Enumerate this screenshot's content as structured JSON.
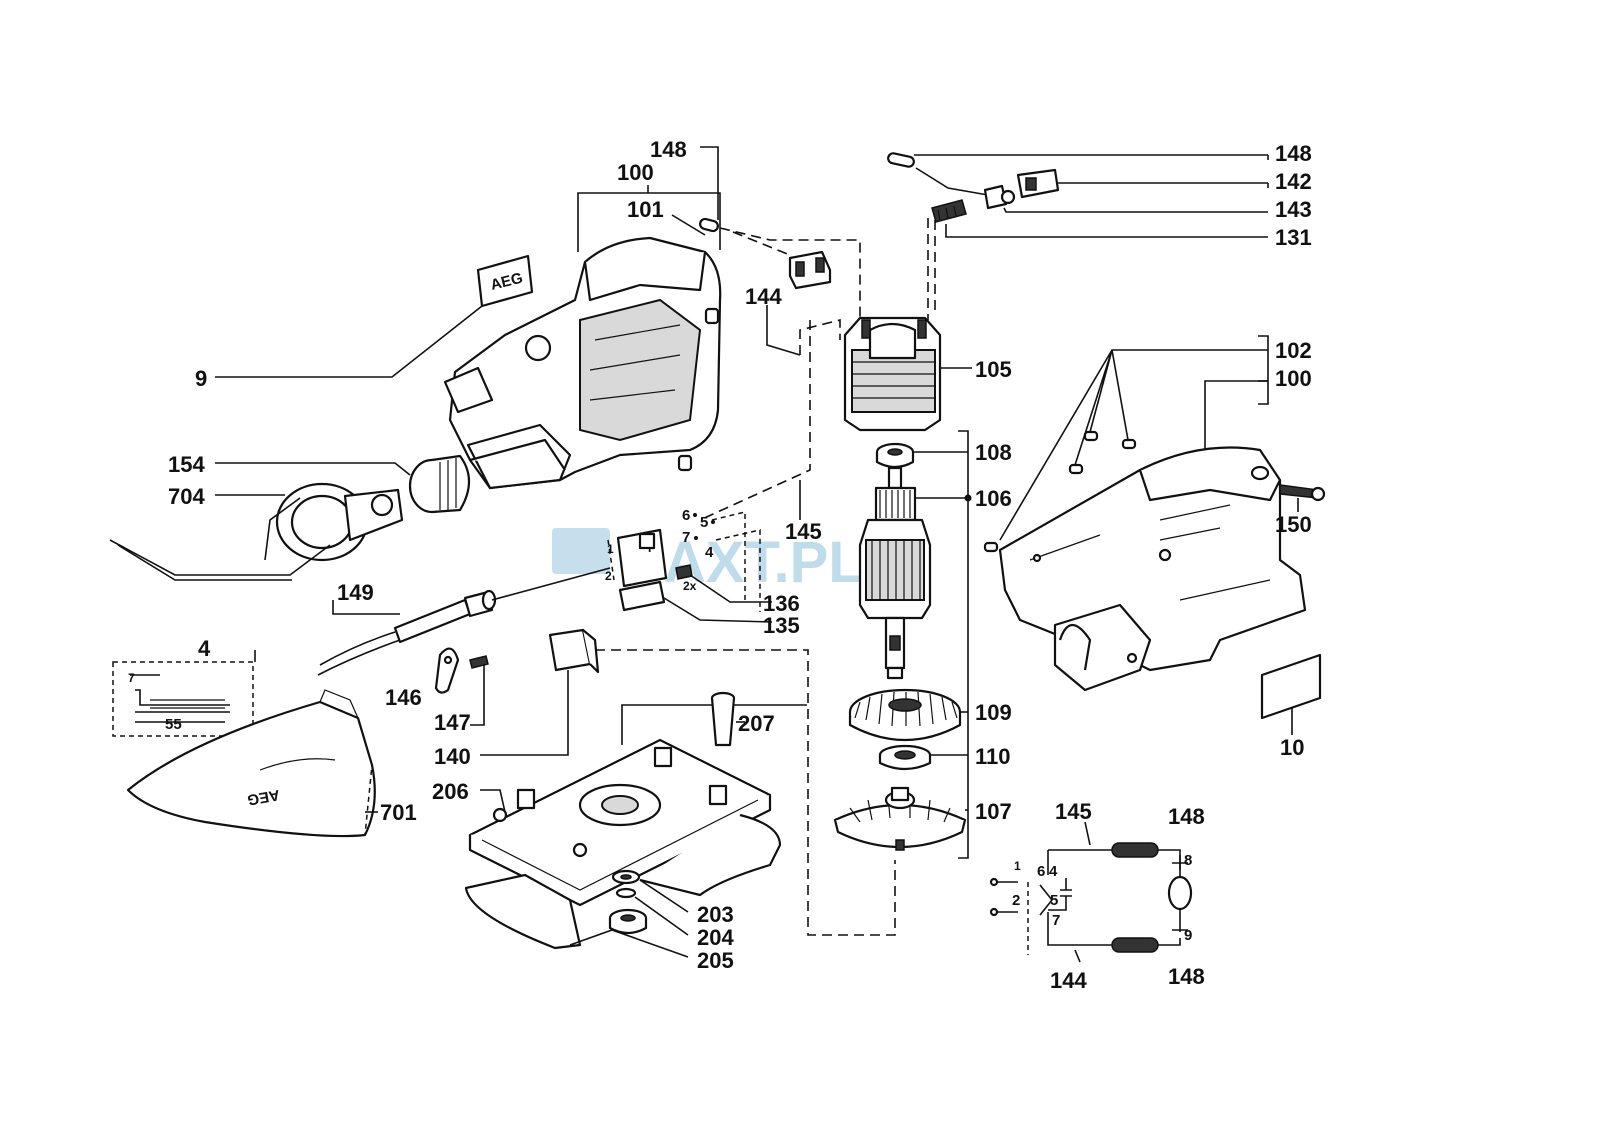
{
  "watermark": "BAXT.PL",
  "brand": "AEG",
  "bag_print": "AEG",
  "parts": {
    "p9": "9",
    "p100a": "100",
    "p101": "101",
    "p148a": "148",
    "p154": "154",
    "p704": "704",
    "p144a": "144",
    "p145a": "145",
    "p149": "149",
    "p4": "4",
    "p146": "146",
    "p147": "147",
    "p140": "140",
    "p136": "136",
    "p135": "135",
    "p701": "701",
    "p206": "206",
    "p207": "207",
    "p203": "203",
    "p204": "204",
    "p205": "205",
    "p148b": "148",
    "p142": "142",
    "p143": "143",
    "p131": "131",
    "p105": "105",
    "p108": "108",
    "p106": "106",
    "p109": "109",
    "p110": "110",
    "p107": "107",
    "p102": "102",
    "p100b": "100",
    "p150": "150",
    "p10": "10",
    "p145b": "145",
    "p148c": "148",
    "p144b": "144",
    "p148d": "148"
  },
  "switch_terminals": {
    "t6": "6",
    "t5": "5",
    "t7": "7",
    "t4": "4",
    "t1": "1",
    "t2": "2",
    "twox": "2x"
  },
  "inset": {
    "t7": "7",
    "t55": "55"
  },
  "schematic_terminals": {
    "s6": "6",
    "s4": "4",
    "s5": "5",
    "s7": "7",
    "s1": "1",
    "s2": "2",
    "s8": "8",
    "s9": "9"
  }
}
